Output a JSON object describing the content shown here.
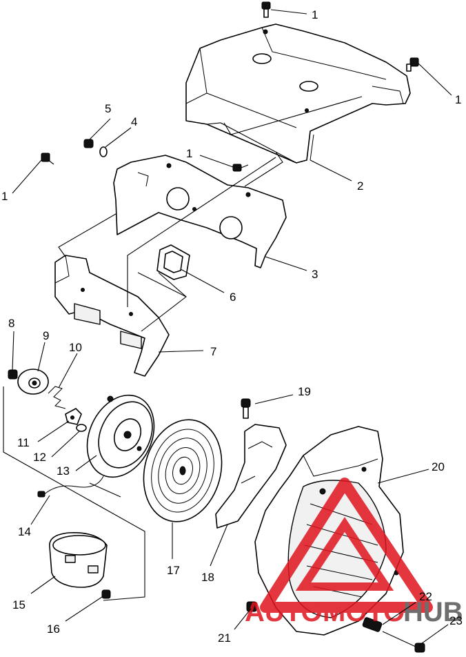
{
  "callouts": [
    {
      "id": "c1a",
      "text": "1"
    },
    {
      "id": "c1b",
      "text": "1"
    },
    {
      "id": "c1c",
      "text": "1"
    },
    {
      "id": "c1d",
      "text": "1"
    },
    {
      "id": "c2",
      "text": "2"
    },
    {
      "id": "c3",
      "text": "3"
    },
    {
      "id": "c4",
      "text": "4"
    },
    {
      "id": "c5",
      "text": "5"
    },
    {
      "id": "c6",
      "text": "6"
    },
    {
      "id": "c7",
      "text": "7"
    },
    {
      "id": "c8",
      "text": "8"
    },
    {
      "id": "c9",
      "text": "9"
    },
    {
      "id": "c10",
      "text": "10"
    },
    {
      "id": "c11",
      "text": "11"
    },
    {
      "id": "c12",
      "text": "12"
    },
    {
      "id": "c13",
      "text": "13"
    },
    {
      "id": "c14",
      "text": "14"
    },
    {
      "id": "c15",
      "text": "15"
    },
    {
      "id": "c16",
      "text": "16"
    },
    {
      "id": "c17",
      "text": "17"
    },
    {
      "id": "c18",
      "text": "18"
    },
    {
      "id": "c19",
      "text": "19"
    },
    {
      "id": "c20",
      "text": "20"
    },
    {
      "id": "c21",
      "text": "21"
    },
    {
      "id": "c22",
      "text": "22"
    },
    {
      "id": "c23",
      "text": "23"
    }
  ],
  "watermark": {
    "text_part1": "AUTO",
    "text_part2": "MOTO",
    "text_part3": "HUB",
    "colors": {
      "red": "#e0141e",
      "gray": "#555555"
    }
  }
}
